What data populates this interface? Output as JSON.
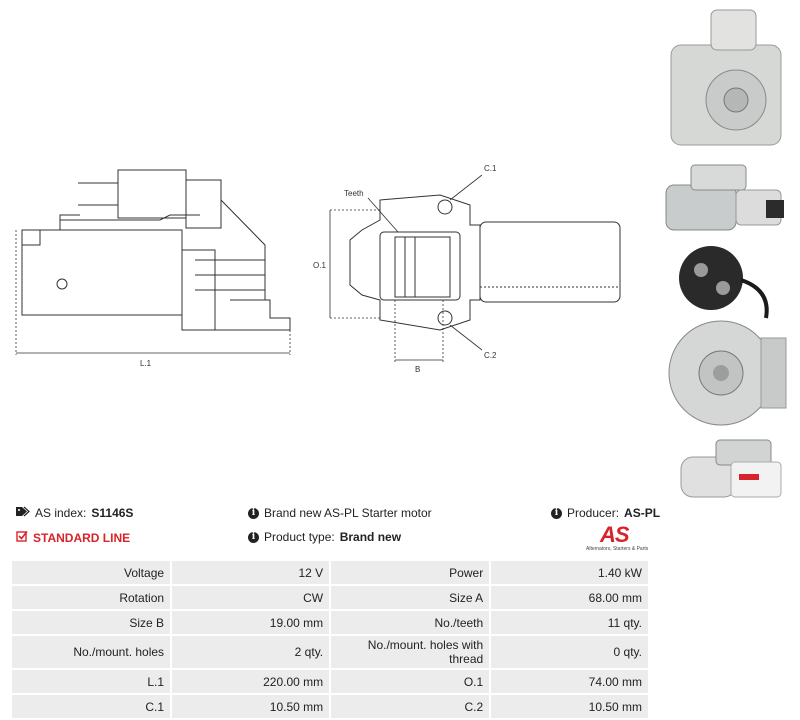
{
  "drawing": {
    "label_l1": "L.1",
    "label_o1": "O.1",
    "label_b": "B",
    "label_teeth": "Teeth",
    "label_c1": "C.1",
    "label_c2": "C.2"
  },
  "info": {
    "as_index_label": "AS index:",
    "as_index_value": "S1146S",
    "line_label": "STANDARD LINE",
    "description": "Brand new AS-PL Starter motor",
    "product_type_label": "Product type:",
    "product_type_value": "Brand new",
    "producer_label": "Producer:",
    "producer_value": "AS-PL"
  },
  "logo": {
    "text": "AS",
    "tagline": "Alternators, Starters & Parts"
  },
  "specs": [
    {
      "l1": "Voltage",
      "v1": "12 V",
      "l2": "Power",
      "v2": "1.40 kW"
    },
    {
      "l1": "Rotation",
      "v1": "CW",
      "l2": "Size A",
      "v2": "68.00 mm"
    },
    {
      "l1": "Size B",
      "v1": "19.00 mm",
      "l2": "No./teeth",
      "v2": "11 qty."
    },
    {
      "l1": "No./mount. holes",
      "v1": "2 qty.",
      "l2": "No./mount. holes with thread",
      "v2": "0 qty."
    },
    {
      "l1": "L.1",
      "v1": "220.00 mm",
      "l2": "O.1",
      "v2": "74.00 mm"
    },
    {
      "l1": "C.1",
      "v1": "10.50 mm",
      "l2": "C.2",
      "v2": "10.50 mm"
    }
  ],
  "colors": {
    "accent": "#d8232a",
    "cell": "#ececec"
  }
}
